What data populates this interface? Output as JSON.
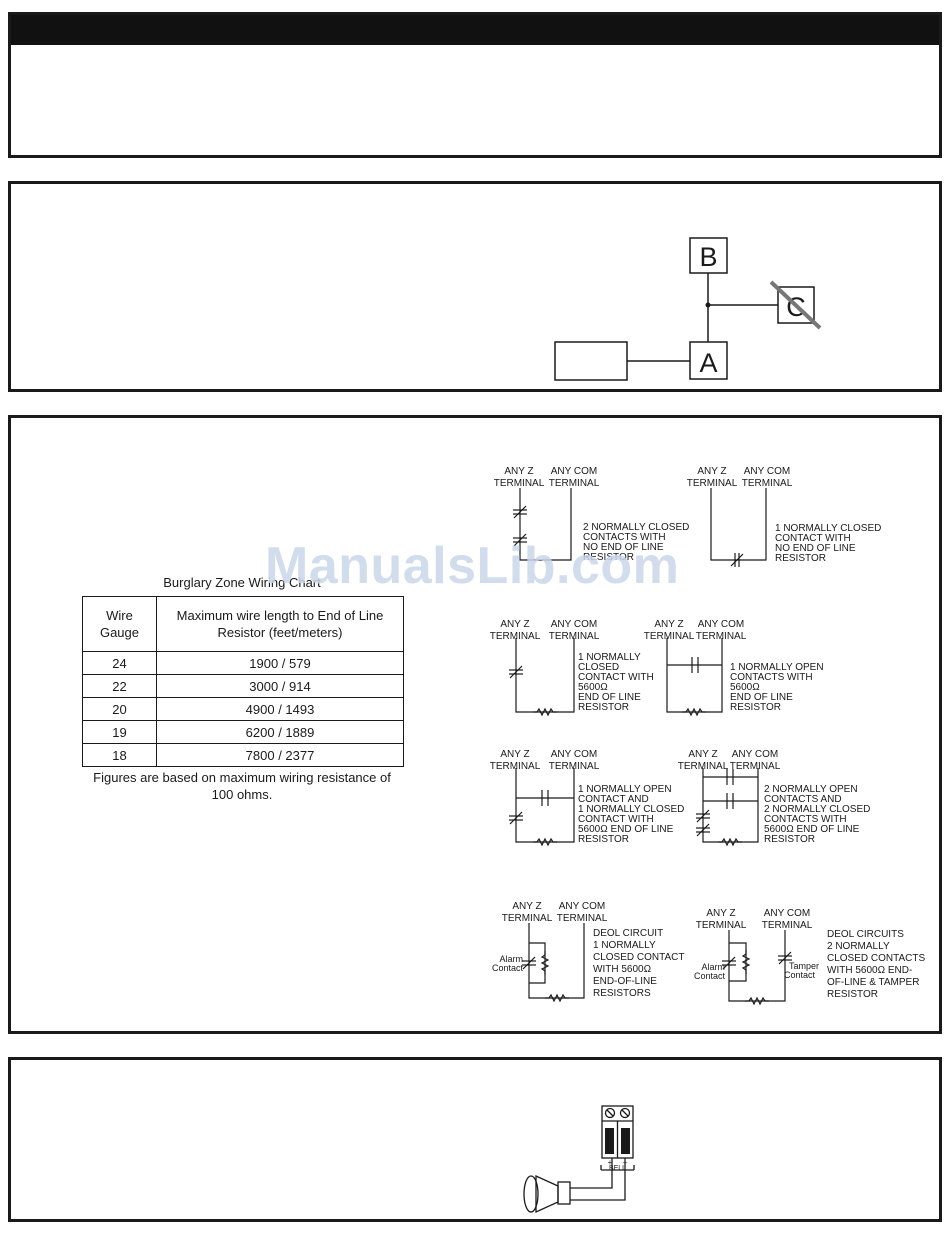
{
  "diagram1": {
    "labels": {
      "b": "B",
      "c": "C",
      "a": "A"
    }
  },
  "chart": {
    "caption": "Burglary Zone Wiring Chart",
    "headers": [
      "Wire Gauge",
      "Maximum wire length to End of Line Resistor (feet/meters)"
    ],
    "rows": [
      [
        "24",
        "1900 / 579"
      ],
      [
        "22",
        "3000 / 914"
      ],
      [
        "20",
        "4900 / 1493"
      ],
      [
        "19",
        "6200 / 1889"
      ],
      [
        "18",
        "7800 / 2377"
      ]
    ],
    "footnote": "Figures are based on maximum wiring resistance of 100 ohms."
  },
  "circuits": {
    "any_z": "ANY Z",
    "any_com": "ANY COM",
    "terminal": "TERMINAL",
    "d1": [
      "2 NORMALLY CLOSED",
      "CONTACTS WITH",
      "NO END OF LINE",
      "RESISTOR"
    ],
    "d2": [
      "1 NORMALLY CLOSED",
      "CONTACT WITH",
      "NO END OF LINE",
      "RESISTOR"
    ],
    "d3": [
      "1 NORMALLY",
      "CLOSED",
      "CONTACT WITH",
      "5600Ω",
      "END OF LINE",
      "RESISTOR"
    ],
    "d4": [
      "1 NORMALLY OPEN",
      "CONTACTS WITH",
      "5600Ω",
      "END OF LINE",
      "RESISTOR"
    ],
    "d5": [
      "1 NORMALLY OPEN",
      "CONTACT AND",
      "1 NORMALLY CLOSED",
      "CONTACT WITH",
      "5600Ω END OF LINE",
      "RESISTOR"
    ],
    "d6": [
      "2 NORMALLY OPEN",
      "CONTACTS AND",
      "2 NORMALLY CLOSED",
      "CONTACTS WITH",
      "5600Ω END OF LINE",
      "RESISTOR"
    ],
    "d7": [
      "DEOL CIRCUIT",
      "1 NORMALLY",
      "CLOSED CONTACT",
      "WITH 5600Ω",
      "END-OF-LINE",
      "RESISTORS"
    ],
    "d8": [
      "DEOL CIRCUITS",
      "2 NORMALLY",
      "CLOSED CONTACTS",
      "WITH 5600Ω  END-",
      "OF-LINE & TAMPER",
      "RESISTOR"
    ],
    "alarm": "Alarm",
    "contact": "Contact",
    "tamper": "Tamper"
  },
  "bell": {
    "plus": "+",
    "minus": "–",
    "label": "BELL"
  },
  "watermark": "ManualsLib.com"
}
